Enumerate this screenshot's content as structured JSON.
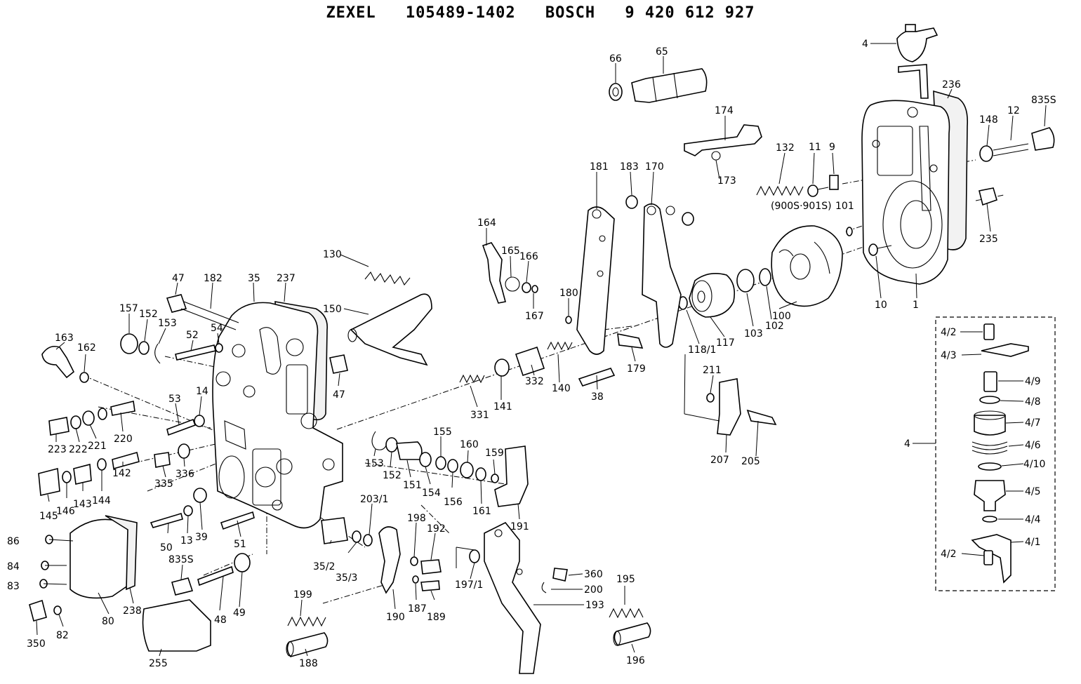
{
  "header": {
    "brand1": "ZEXEL",
    "part1": "105489-1402",
    "brand2": "BOSCH",
    "part2": "9 420 612 927"
  },
  "labels": {
    "p66": "66",
    "p65": "65",
    "p4": "4",
    "p236": "236",
    "p174": "174",
    "p132": "132",
    "p11": "11",
    "p9": "9",
    "p148": "148",
    "p12": "12",
    "p835S_top": "835S",
    "p181": "181",
    "p183": "183",
    "p170": "170",
    "p173": "173",
    "p9005": "(900S·901S)",
    "p101": "101",
    "p235": "235",
    "p164": "164",
    "p165": "165",
    "p166": "166",
    "p130": "130",
    "p180": "180",
    "p167": "167",
    "p10": "10",
    "p1": "1",
    "p100": "100",
    "p102": "102",
    "p103": "103",
    "p117": "117",
    "p118_1": "118/1",
    "p47_top": "47",
    "p182": "182",
    "p35": "35",
    "p237": "237",
    "p150": "150",
    "p157": "157",
    "p152_top": "152",
    "p153_top": "153",
    "p52": "52",
    "p54": "54",
    "p163": "163",
    "p162": "162",
    "p47_mid": "47",
    "p179": "179",
    "p38": "38",
    "p140": "140",
    "p332": "332",
    "p141": "141",
    "p331": "331",
    "p211": "211",
    "p53": "53",
    "p14": "14",
    "p223": "223",
    "p222": "222",
    "p221": "221",
    "p220": "220",
    "p207": "207",
    "p205": "205",
    "p153_mid": "153",
    "p152_mid": "152",
    "p151": "151",
    "p154": "154",
    "p155": "155",
    "p156": "156",
    "p160": "160",
    "p161": "161",
    "p159": "159",
    "p335": "335",
    "p336": "336",
    "p145": "145",
    "p146": "146",
    "p143": "143",
    "p144": "144",
    "p142": "142",
    "p191": "191",
    "p203_1": "203/1",
    "p198": "198",
    "p192": "192",
    "p86": "86",
    "p50": "50",
    "p13": "13",
    "p39": "39",
    "p51": "51",
    "p35_2": "35/2",
    "p35_3": "35/3",
    "p197_1": "197/1",
    "p360": "360",
    "p84": "84",
    "p835S_bot": "835S",
    "p200": "200",
    "p83": "83",
    "p193": "193",
    "p195": "195",
    "p199": "199",
    "p190": "190",
    "p187": "187",
    "p189": "189",
    "p238": "238",
    "p80": "80",
    "p48": "48",
    "p49": "49",
    "p350": "350",
    "p82": "82",
    "p255": "255",
    "p188": "188",
    "p196": "196",
    "p4_2a": "4/2",
    "p4_3": "4/3",
    "p4_9": "4/9",
    "p4_8": "4/8",
    "p4_7": "4/7",
    "p4_box": "4",
    "p4_6": "4/6",
    "p4_10": "4/10",
    "p4_5": "4/5",
    "p4_4": "4/4",
    "p4_1": "4/1",
    "p4_2b": "4/2"
  }
}
